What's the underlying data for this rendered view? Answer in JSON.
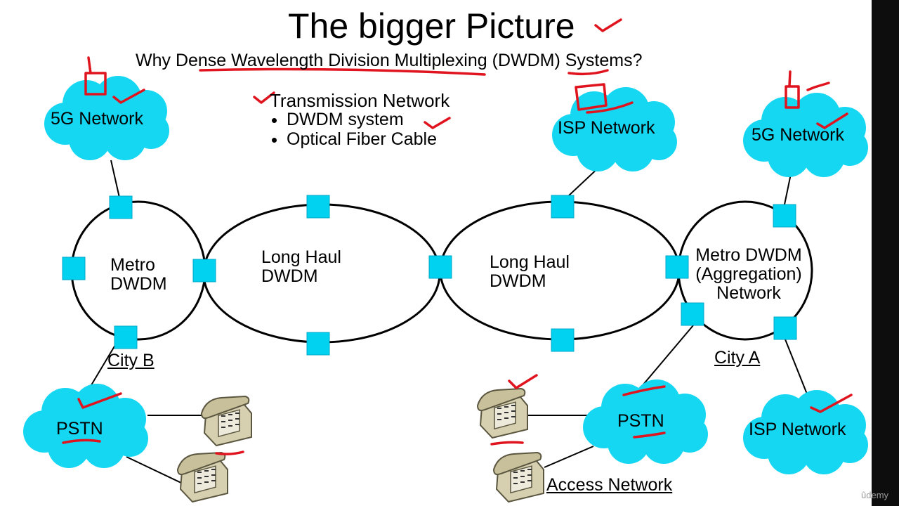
{
  "title": "The bigger Picture",
  "subtitle": "Why Dense Wavelength Division Multiplexing (DWDM) Systems?",
  "transmission": {
    "heading": "Transmission Network",
    "items": [
      "DWDM system",
      "Optical Fiber Cable"
    ]
  },
  "clouds": {
    "fiveg_left": "5G Network",
    "isp_top": "ISP Network",
    "fiveg_right": "5G Network",
    "pstn_left": "PSTN",
    "pstn_right": "PSTN",
    "isp_bottom": "ISP Network"
  },
  "rings": {
    "metro_left": [
      "Metro",
      "DWDM"
    ],
    "long_haul_1": [
      "Long Haul",
      "DWDM"
    ],
    "long_haul_2": [
      "Long Haul",
      "DWDM"
    ],
    "metro_right": [
      "Metro DWDM",
      "(Aggregation)",
      "Network"
    ]
  },
  "labels": {
    "city_b": "City B",
    "city_a": "City A",
    "access_network": "Access Network"
  },
  "watermark": "ûdemy",
  "colors": {
    "cloud": "#16d7f2",
    "node": "#00d2f0",
    "ink": "#e0141e",
    "phone": "#d6d0b0"
  }
}
